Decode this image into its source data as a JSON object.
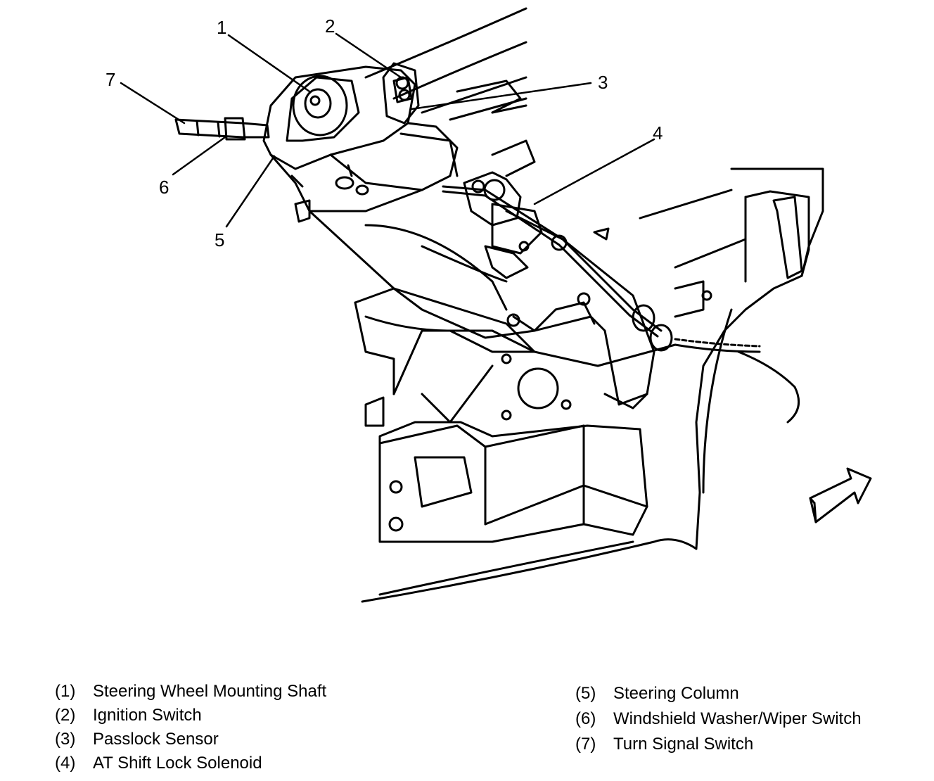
{
  "callouts": [
    "1",
    "2",
    "3",
    "4",
    "5",
    "6",
    "7"
  ],
  "legend": [
    {
      "number": "(1)",
      "label": "Steering Wheel Mounting Shaft"
    },
    {
      "number": "(2)",
      "label": "Ignition Switch"
    },
    {
      "number": "(3)",
      "label": "Passlock Sensor"
    },
    {
      "number": "(4)",
      "label": "AT Shift Lock Solenoid"
    },
    {
      "number": "(5)",
      "label": "Steering Column"
    },
    {
      "number": "(6)",
      "label": "Windshield Washer/Wiper Switch"
    },
    {
      "number": "(7)",
      "label": "Turn Signal Switch"
    }
  ]
}
